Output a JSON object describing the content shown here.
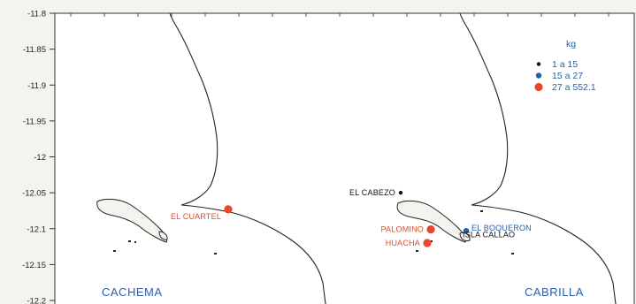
{
  "map": {
    "y_axis": {
      "ticks": [
        "-11.8",
        "-11.85",
        "-11.9",
        "-11.95",
        "-12",
        "-12.05",
        "-12.1",
        "-12.15",
        "-12.2"
      ],
      "range": [
        -12.2,
        -11.8
      ]
    },
    "panels": [
      {
        "label": "CACHEMA"
      },
      {
        "label": "CABRILLA"
      }
    ],
    "legend": {
      "title": "kg",
      "entries": [
        {
          "label": "1  a  15",
          "color": "#111111",
          "size": "small"
        },
        {
          "label": "15  a  27",
          "color": "#1f5fb0",
          "size": "medium"
        },
        {
          "label": "27  a  552.1",
          "color": "#e8472a",
          "size": "large"
        }
      ]
    },
    "places": [
      {
        "name": "EL CUARTEL",
        "panel": "CACHEMA",
        "class": "large",
        "lat": -12.073
      },
      {
        "name": "EL CABEZO",
        "panel": "CABRILLA",
        "class": "small",
        "lat": -12.05
      },
      {
        "name": "PALOMINO",
        "panel": "CABRILLA",
        "class": "large",
        "lat": -12.101
      },
      {
        "name": "HUACHA",
        "panel": "CABRILLA",
        "class": "large",
        "lat": -12.12
      },
      {
        "name": "EL BOQUERON",
        "panel": "CABRILLA",
        "class": "medium",
        "lat": -12.103
      },
      {
        "name": "ISLA CALLAO",
        "panel": "CABRILLA",
        "class": "label",
        "lat": -12.108
      }
    ]
  }
}
